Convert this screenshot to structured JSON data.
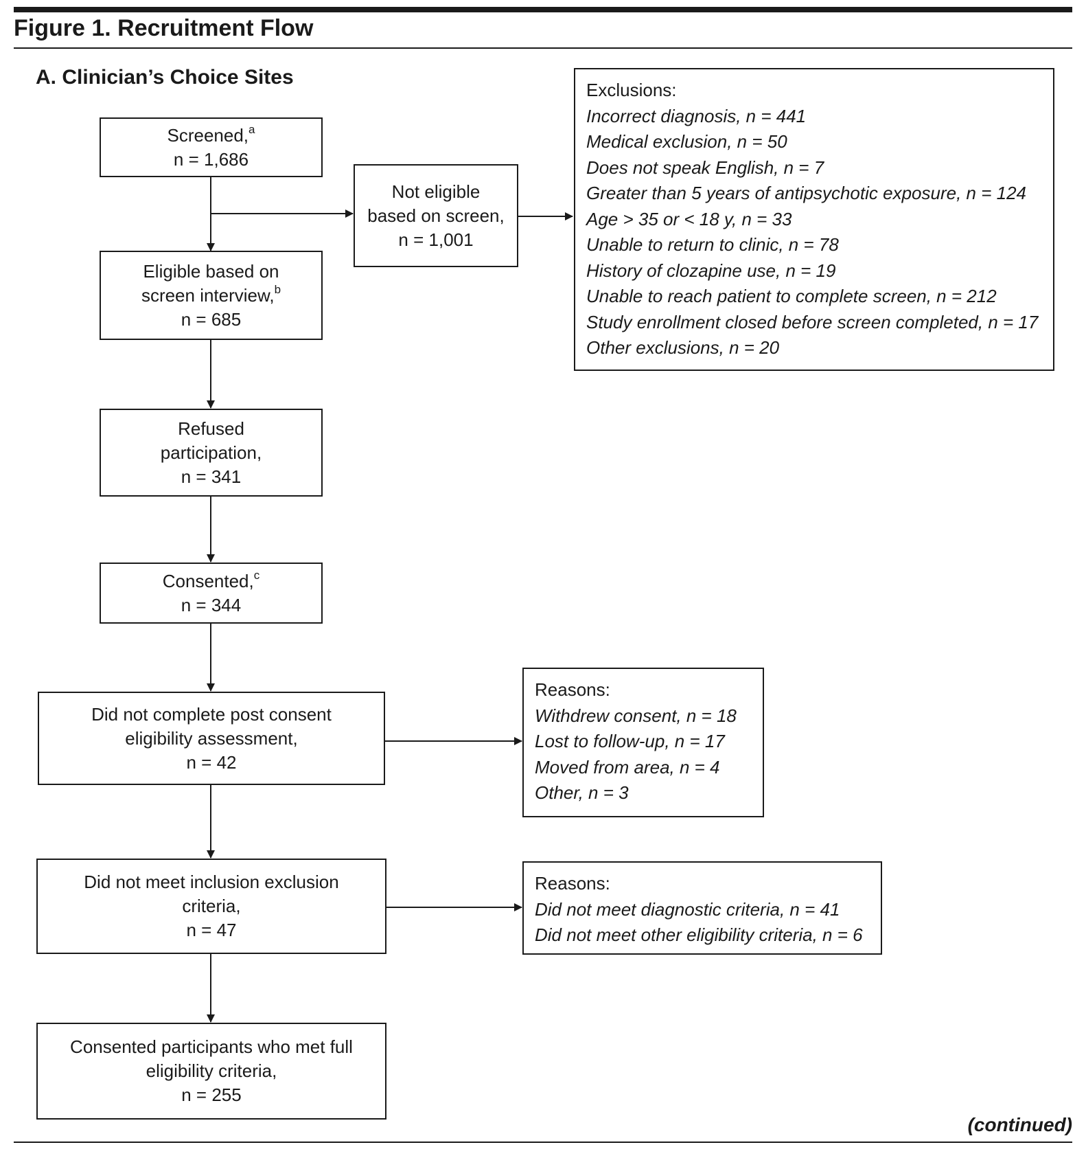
{
  "figure_title": "Figure 1. Recruitment Flow",
  "panel_title": "A. Clinician’s Choice Sites",
  "continued": "(continued)",
  "nodes": {
    "screened": {
      "label": "Screened,",
      "sup": "a",
      "count": "n = 1,686"
    },
    "not_eligible": {
      "line1": "Not eligible",
      "line2": "based on screen,",
      "count": "n = 1,001"
    },
    "eligible": {
      "line1": "Eligible based on",
      "line2": "screen interview,",
      "sup": "b",
      "count": "n = 685"
    },
    "refused": {
      "line1": "Refused",
      "line2": "participation,",
      "count": "n = 341"
    },
    "consented": {
      "label": "Consented,",
      "sup": "c",
      "count": "n = 344"
    },
    "not_complete": {
      "line1": "Did not complete post consent",
      "line2": "eligibility assessment,",
      "count": "n = 42"
    },
    "not_meet": {
      "line1": "Did not meet inclusion exclusion",
      "line2": "criteria,",
      "count": "n = 47"
    },
    "final": {
      "line1": "Consented participants who met full",
      "line2": "eligibility criteria,",
      "count": "n = 255"
    }
  },
  "exclusions": {
    "header": "Exclusions:",
    "items": [
      "Incorrect diagnosis, n = 441",
      "Medical exclusion, n = 50",
      "Does not speak English, n = 7",
      "Greater than 5 years of antipsychotic exposure, n = 124",
      "Age > 35 or < 18 y, n = 33",
      "Unable to return to clinic, n = 78",
      "History of clozapine use, n = 19",
      "Unable to reach patient to complete screen, n = 212",
      "Study enrollment closed before screen completed, n = 17",
      "Other exclusions, n = 20"
    ]
  },
  "reasons_incomplete": {
    "header": "Reasons:",
    "items": [
      "Withdrew consent, n = 18",
      "Lost to follow-up, n = 17",
      "Moved from area, n = 4",
      "Other, n = 3"
    ]
  },
  "reasons_not_meet": {
    "header": "Reasons:",
    "items": [
      "Did not meet diagnostic criteria, n = 41",
      "Did not meet other eligibility criteria, n = 6"
    ]
  }
}
